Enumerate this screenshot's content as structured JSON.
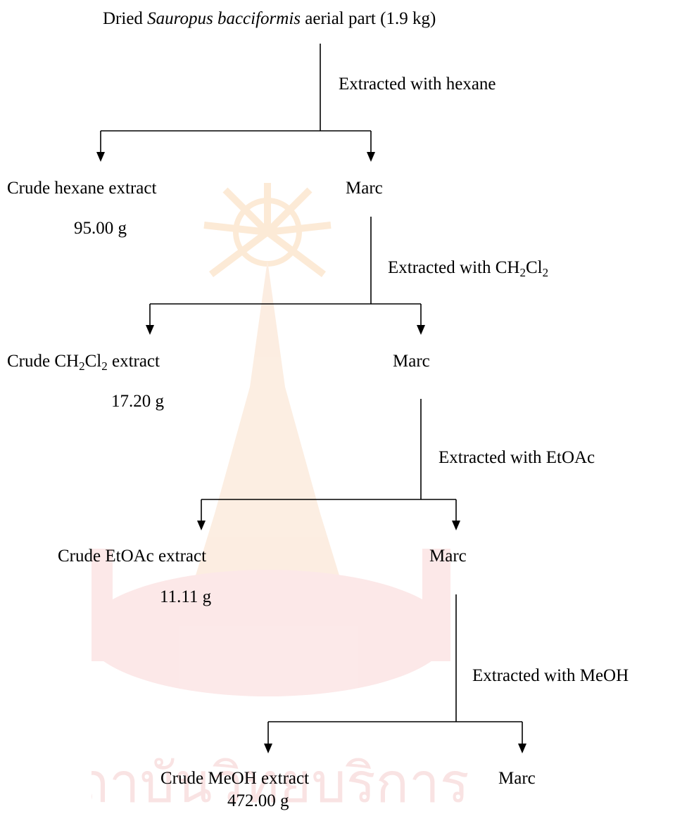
{
  "source": {
    "prefix": "Dried ",
    "species": "Sauropus bacciformis",
    "suffix": " aerial part (1.9 kg)"
  },
  "steps": [
    {
      "solvent_prefix": "Extracted with ",
      "solvent": "hexane",
      "crude_prefix": "Crude ",
      "crude_solvent": "hexane",
      "crude_suffix": " extract",
      "yield": "95.00 g",
      "marc": "Marc"
    },
    {
      "solvent_prefix": "Extracted with ",
      "solvent": "CH2Cl2",
      "crude_prefix": "Crude ",
      "crude_solvent": "CH2Cl2",
      "crude_suffix": " extract",
      "yield": "17.20 g",
      "marc": "Marc"
    },
    {
      "solvent_prefix": "Extracted with ",
      "solvent": "EtOAc",
      "crude_prefix": "Crude ",
      "crude_solvent": "EtOAc",
      "crude_suffix": " extract",
      "yield": "11.11 g",
      "marc": "Marc"
    },
    {
      "solvent_prefix": "Extracted with ",
      "solvent": "MeOH",
      "crude_prefix": "Crude ",
      "crude_solvent": "MeOH",
      "crude_suffix": " extract",
      "yield": "472.00 g",
      "marc": "Marc"
    }
  ],
  "watermark": {
    "text": "สถาบันวิทยบริการ",
    "color_primary": "#f3a9a9",
    "color_secondary": "#f7c9a6"
  }
}
